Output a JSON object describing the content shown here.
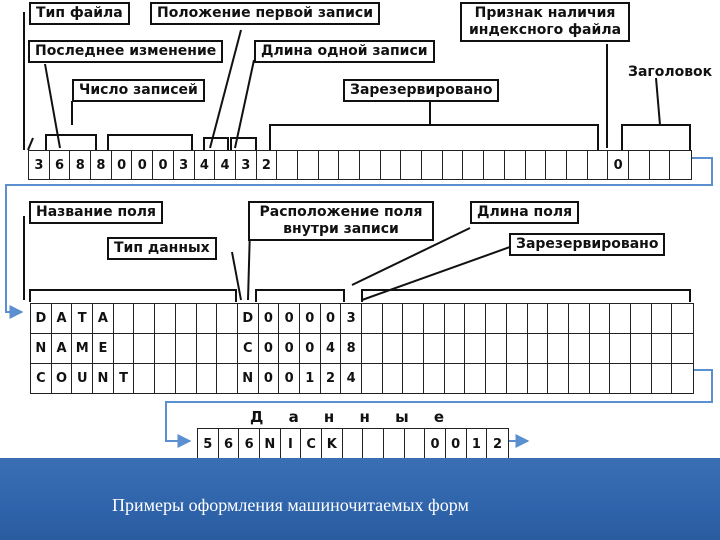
{
  "header_labels": {
    "file_type": "Тип файла",
    "first_record_position": "Положение первой записи",
    "index_flag": "Признак наличия индексного файла",
    "last_modified": "Последнее изменение",
    "record_length": "Длина одной записи",
    "record_count": "Число записей",
    "reserved": "Зарезервировано",
    "header": "Заголовок"
  },
  "header_row": [
    "3",
    "6",
    "8",
    "8",
    "0",
    "0",
    "0",
    "3",
    "4",
    "4",
    "3",
    "2",
    "",
    "",
    "",
    "",
    "",
    "",
    "",
    "",
    "",
    "",
    "",
    "",
    "",
    "",
    "",
    "",
    "0",
    "",
    "",
    ""
  ],
  "field_labels": {
    "field_name": "Название поля",
    "data_type": "Тип данных",
    "field_position": "Расположение поля внутри записи",
    "field_length": "Длина поля",
    "reserved": "Зарезервировано"
  },
  "field_rows": [
    [
      "D",
      "A",
      "T",
      "A",
      "",
      "",
      "",
      "",
      "",
      "",
      "D",
      "0",
      "0",
      "0",
      "0",
      "3",
      "",
      "",
      "",
      "",
      "",
      "",
      "",
      "",
      "",
      "",
      "",
      "",
      "",
      "",
      "",
      ""
    ],
    [
      "N",
      "A",
      "M",
      "E",
      "",
      "",
      "",
      "",
      "",
      "",
      "C",
      "0",
      "0",
      "0",
      "4",
      "8",
      "",
      "",
      "",
      "",
      "",
      "",
      "",
      "",
      "",
      "",
      "",
      "",
      "",
      "",
      "",
      ""
    ],
    [
      "C",
      "O",
      "U",
      "N",
      "T",
      "",
      "",
      "",
      "",
      "",
      "N",
      "0",
      "0",
      "1",
      "2",
      "4",
      "",
      "",
      "",
      "",
      "",
      "",
      "",
      "",
      "",
      "",
      "",
      "",
      "",
      "",
      "",
      ""
    ]
  ],
  "data_label": "Д а н н ы е",
  "data_row": [
    "5",
    "6",
    "6",
    "N",
    "I",
    "C",
    "K",
    "",
    "",
    "",
    "",
    "0",
    "0",
    "1",
    "2"
  ],
  "caption": "Примеры оформления машиночитаемых форм",
  "colors": {
    "arrow": "#5b8fd0",
    "band": "#2f64ab",
    "line": "#111111"
  }
}
